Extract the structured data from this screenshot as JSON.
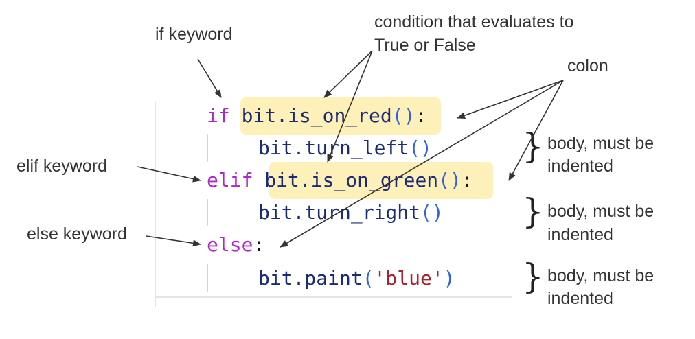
{
  "labels": {
    "if_keyword": "if keyword",
    "condition": "condition that evaluates to",
    "condition_line2": "True or False",
    "colon": "colon",
    "elif_keyword": "elif keyword",
    "else_keyword": "else keyword",
    "body_1": "body, must be",
    "body_1_line2": "indented",
    "body_2": "body, must be",
    "body_2_line2": "indented",
    "body_3": "body, must be",
    "body_3_line2": "indented"
  },
  "code": {
    "line1": {
      "keyword": "if",
      "condition_name": "bit.is_on_red",
      "parens": "()",
      "colon": ":"
    },
    "line2": {
      "name": "bit.turn_left",
      "parens": "()"
    },
    "line3": {
      "keyword": "elif",
      "condition_name": "bit.is_on_green",
      "parens": "()",
      "colon": ":"
    },
    "line4": {
      "name": "bit.turn_right",
      "parens": "()"
    },
    "line5": {
      "keyword": "else",
      "colon": ":"
    },
    "line6": {
      "name": "bit.paint",
      "open_paren": "(",
      "arg": "'blue'",
      "close_paren": ")"
    }
  },
  "braces": {
    "symbol": "}"
  },
  "colors": {
    "keyword": "#b224cf",
    "identifier": "#1c2b78",
    "paren": "#2b62e6",
    "string": "#a8232b",
    "highlight": "#fdf0b8",
    "label_text": "#333333"
  }
}
